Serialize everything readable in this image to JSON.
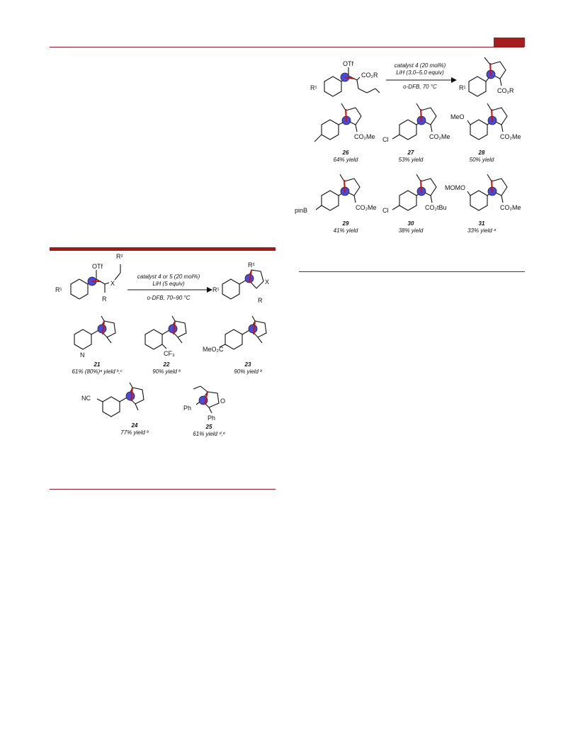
{
  "colors": {
    "accent": "#9e1b1b",
    "bond_highlight": "#d01010",
    "atom_marker": "#4a4ad8"
  },
  "scheme_left": {
    "substrate_labels": {
      "otf": "OTf",
      "r2": "R²",
      "x": "X",
      "r": "R",
      "r1": "R¹"
    },
    "conditions": {
      "line1": "catalyst 4 or 5 (20 mol%)",
      "line2": "LiH (5 equiv)",
      "line3": "o-DFB, 70–90 °C"
    },
    "product_labels": {
      "r2": "R²",
      "x": "X",
      "r": "R",
      "r1": "R¹"
    },
    "entries": [
      {
        "number": "21",
        "yield": "61% (80%)ᵃ yield ᵇ,ᶜ",
        "label": "N"
      },
      {
        "number": "22",
        "yield": "90% yield ᵇ",
        "label": "CF₃"
      },
      {
        "number": "23",
        "yield": "90% yield ᵇ",
        "label": "MeO₂C"
      },
      {
        "number": "24",
        "yield": "77% yield ᵇ",
        "label": "NC"
      },
      {
        "number": "25",
        "yield": "61% yield ᵈ,ᵉ",
        "label_o": "O",
        "label_ph1": "Ph",
        "label_ph2": "Ph"
      }
    ]
  },
  "scheme_right": {
    "substrate_labels": {
      "otf": "OTf",
      "co2r": "CO₂R",
      "r1": "R¹"
    },
    "conditions": {
      "line1": "catalyst 4 (20 mol%)",
      "line2": "LiH (3.0–5.0 equiv)",
      "line3": "o-DFB, 70 °C"
    },
    "product_labels": {
      "co2r": "CO₂R",
      "r1": "R¹"
    },
    "entries": [
      {
        "number": "26",
        "yield": "64% yield",
        "sub": "",
        "ester": "CO₂Me"
      },
      {
        "number": "27",
        "yield": "53% yield",
        "sub": "Cl",
        "ester": "CO₂Me"
      },
      {
        "number": "28",
        "yield": "50% yield",
        "sub": "MeO",
        "ester": "CO₂Me"
      },
      {
        "number": "29",
        "yield": "41% yield",
        "sub": "pinB",
        "ester": "CO₂Me"
      },
      {
        "number": "30",
        "yield": "38% yield",
        "sub": "Cl",
        "ester": "CO₂tBu"
      },
      {
        "number": "31",
        "yield": "33% yield ᵃ",
        "sub": "MOMO",
        "ester": "CO₂Me"
      }
    ]
  }
}
